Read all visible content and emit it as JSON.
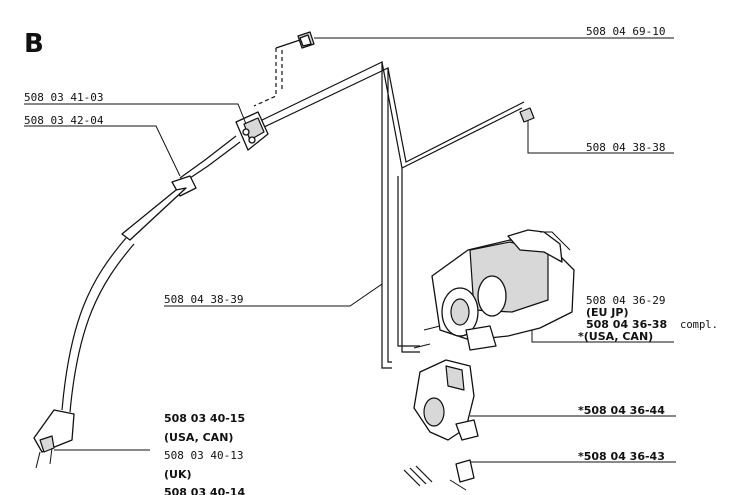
{
  "section_letter": "B",
  "labels": {
    "p1": "508 04 69-10",
    "p2": "508 03 41-03",
    "p3": "508 03 42-04",
    "p4": "508 04 38-38",
    "p5": "508 04 38-39",
    "p6_a": "508 04 36-29",
    "p6_b": "(EU JP)",
    "p6_c": "508 04 36-38",
    "p6_d": "compl.",
    "p6_e": "*(USA, CAN)",
    "p7": "*508 04 36-44",
    "p8": "*508 04 36-43",
    "p9_a": "508 03 40-15",
    "p9_b": "(USA, CAN)",
    "p9_c": "508 03 40-13",
    "p9_d": "(UK)",
    "p9_e": "508 03 40-14"
  }
}
